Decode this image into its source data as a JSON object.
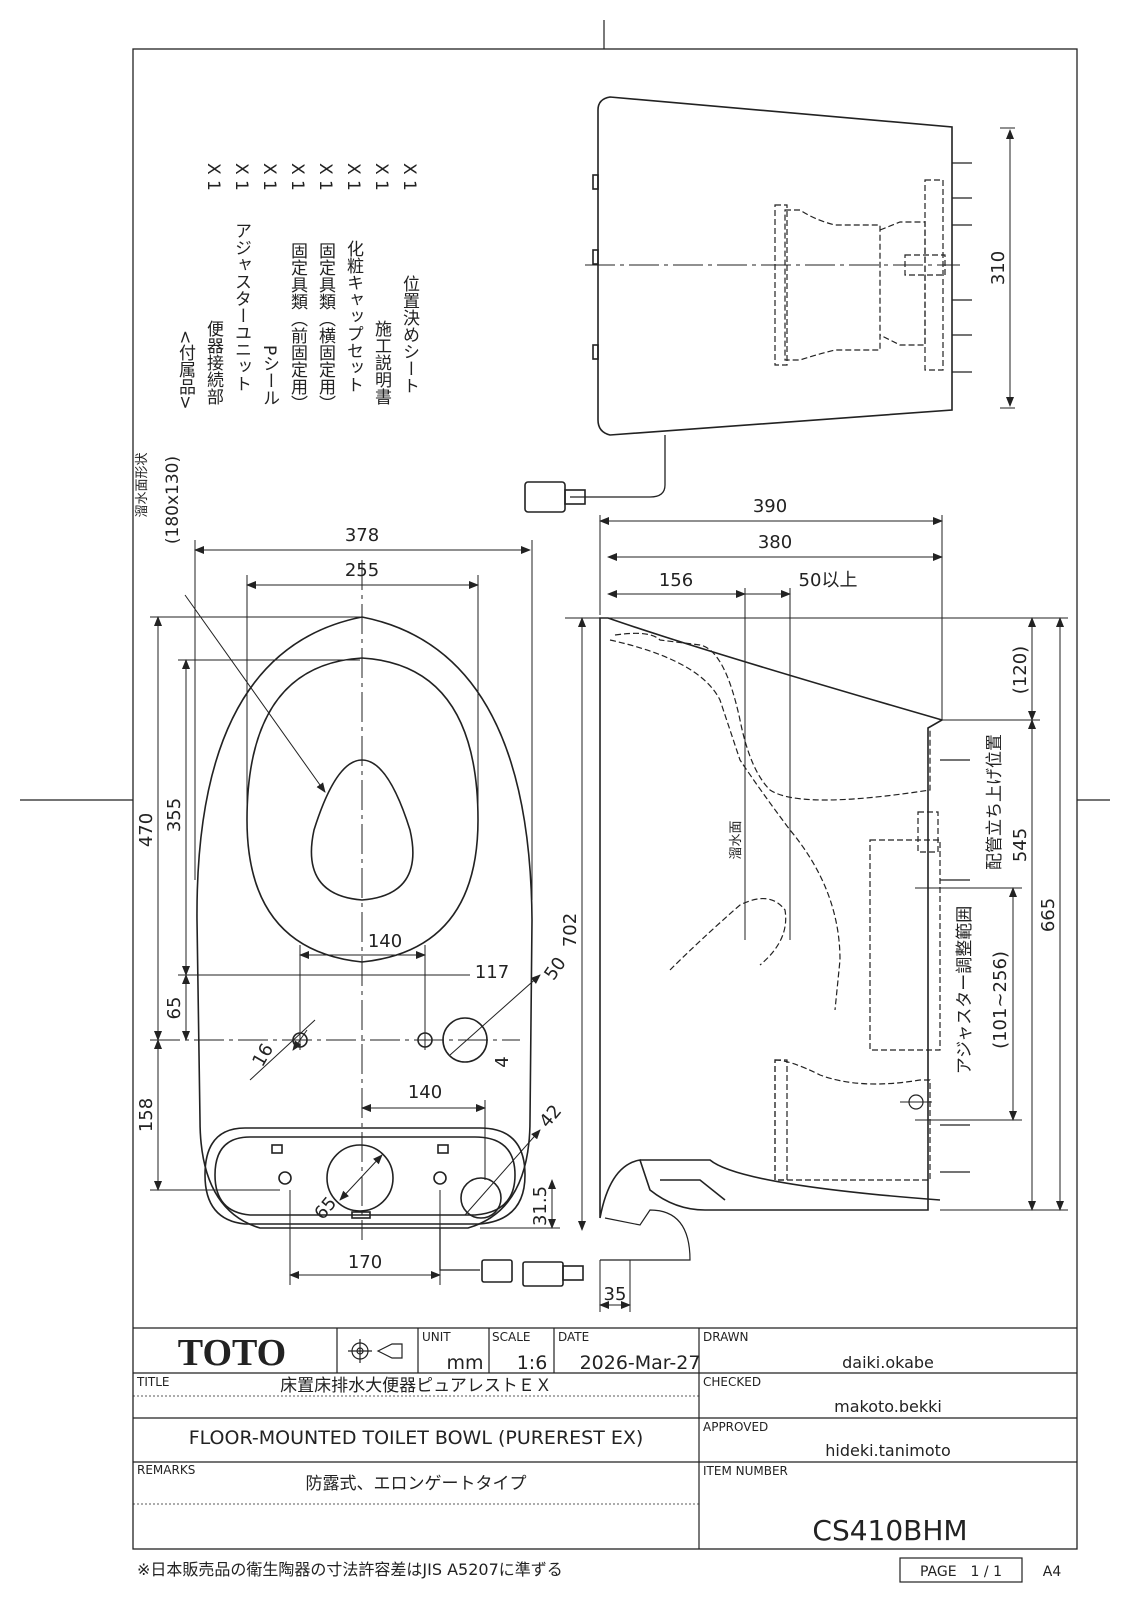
{
  "accessories": {
    "header": "<付属品>",
    "items": [
      {
        "name": "便器接続部",
        "qty": "X 1"
      },
      {
        "name": "アジャスターユニット",
        "qty": "X 1"
      },
      {
        "name": "Pシール",
        "qty": "X 1"
      },
      {
        "name": "固定具類（前固定用）",
        "qty": "X 1"
      },
      {
        "name": "固定具類（横固定用）",
        "qty": "X 1"
      },
      {
        "name": "化粧キャップセット",
        "qty": "X 1"
      },
      {
        "name": "施工説明書",
        "qty": "X 1"
      },
      {
        "name": "位置決めシート",
        "qty": "X 1"
      }
    ]
  },
  "dimensions": {
    "d310": "310",
    "d390": "390",
    "d380": "380",
    "d156": "156",
    "d50min": "50以上",
    "d120": "(120)",
    "d545": "545",
    "d665": "665",
    "d702": "702",
    "d378": "378",
    "d255": "255",
    "d470": "470",
    "d355": "355",
    "d140a": "140",
    "d117": "117",
    "d50": "50",
    "d65a": "65",
    "d16": "16",
    "d4": "4",
    "d140b": "140",
    "d42": "42",
    "d158": "158",
    "d65b": "65",
    "d31_5": "31.5",
    "d170": "170",
    "d35": "35",
    "adj_range": "(101~256)"
  },
  "labels": {
    "water_surface_shape": "溜水面形状",
    "water_surface_size": "(180x130)",
    "water_surface": "溜水面",
    "pipe_position": "配管立ち上げ位置",
    "adjuster_range": "アジャスター調整範囲"
  },
  "title_block": {
    "logo": "TOTO",
    "unit_label": "UNIT",
    "unit_value": "mm",
    "scale_label": "SCALE",
    "scale_value": "1:6",
    "date_label": "DATE",
    "date_value": "2026-Mar-27",
    "drawn_label": "DRAWN",
    "drawn_value": "daiki.okabe",
    "checked_label": "CHECKED",
    "checked_value": "makoto.bekki",
    "approved_label": "APPROVED",
    "approved_value": "hideki.tanimoto",
    "item_number_label": "ITEM NUMBER",
    "item_number_value": "CS410BHM",
    "title_label": "TITLE",
    "title_jp": "床置床排水大便器ピュアレストＥＸ",
    "title_en": "FLOOR-MOUNTED TOILET BOWL (PUREREST EX)",
    "remarks_label": "REMARKS",
    "remarks_value": "防露式、エロンゲートタイプ"
  },
  "footer": {
    "note": "※日本販売品の衛生陶器の寸法許容差はJIS A5207に準ずる",
    "page": "PAGE　1 / 1",
    "size": "A4"
  }
}
